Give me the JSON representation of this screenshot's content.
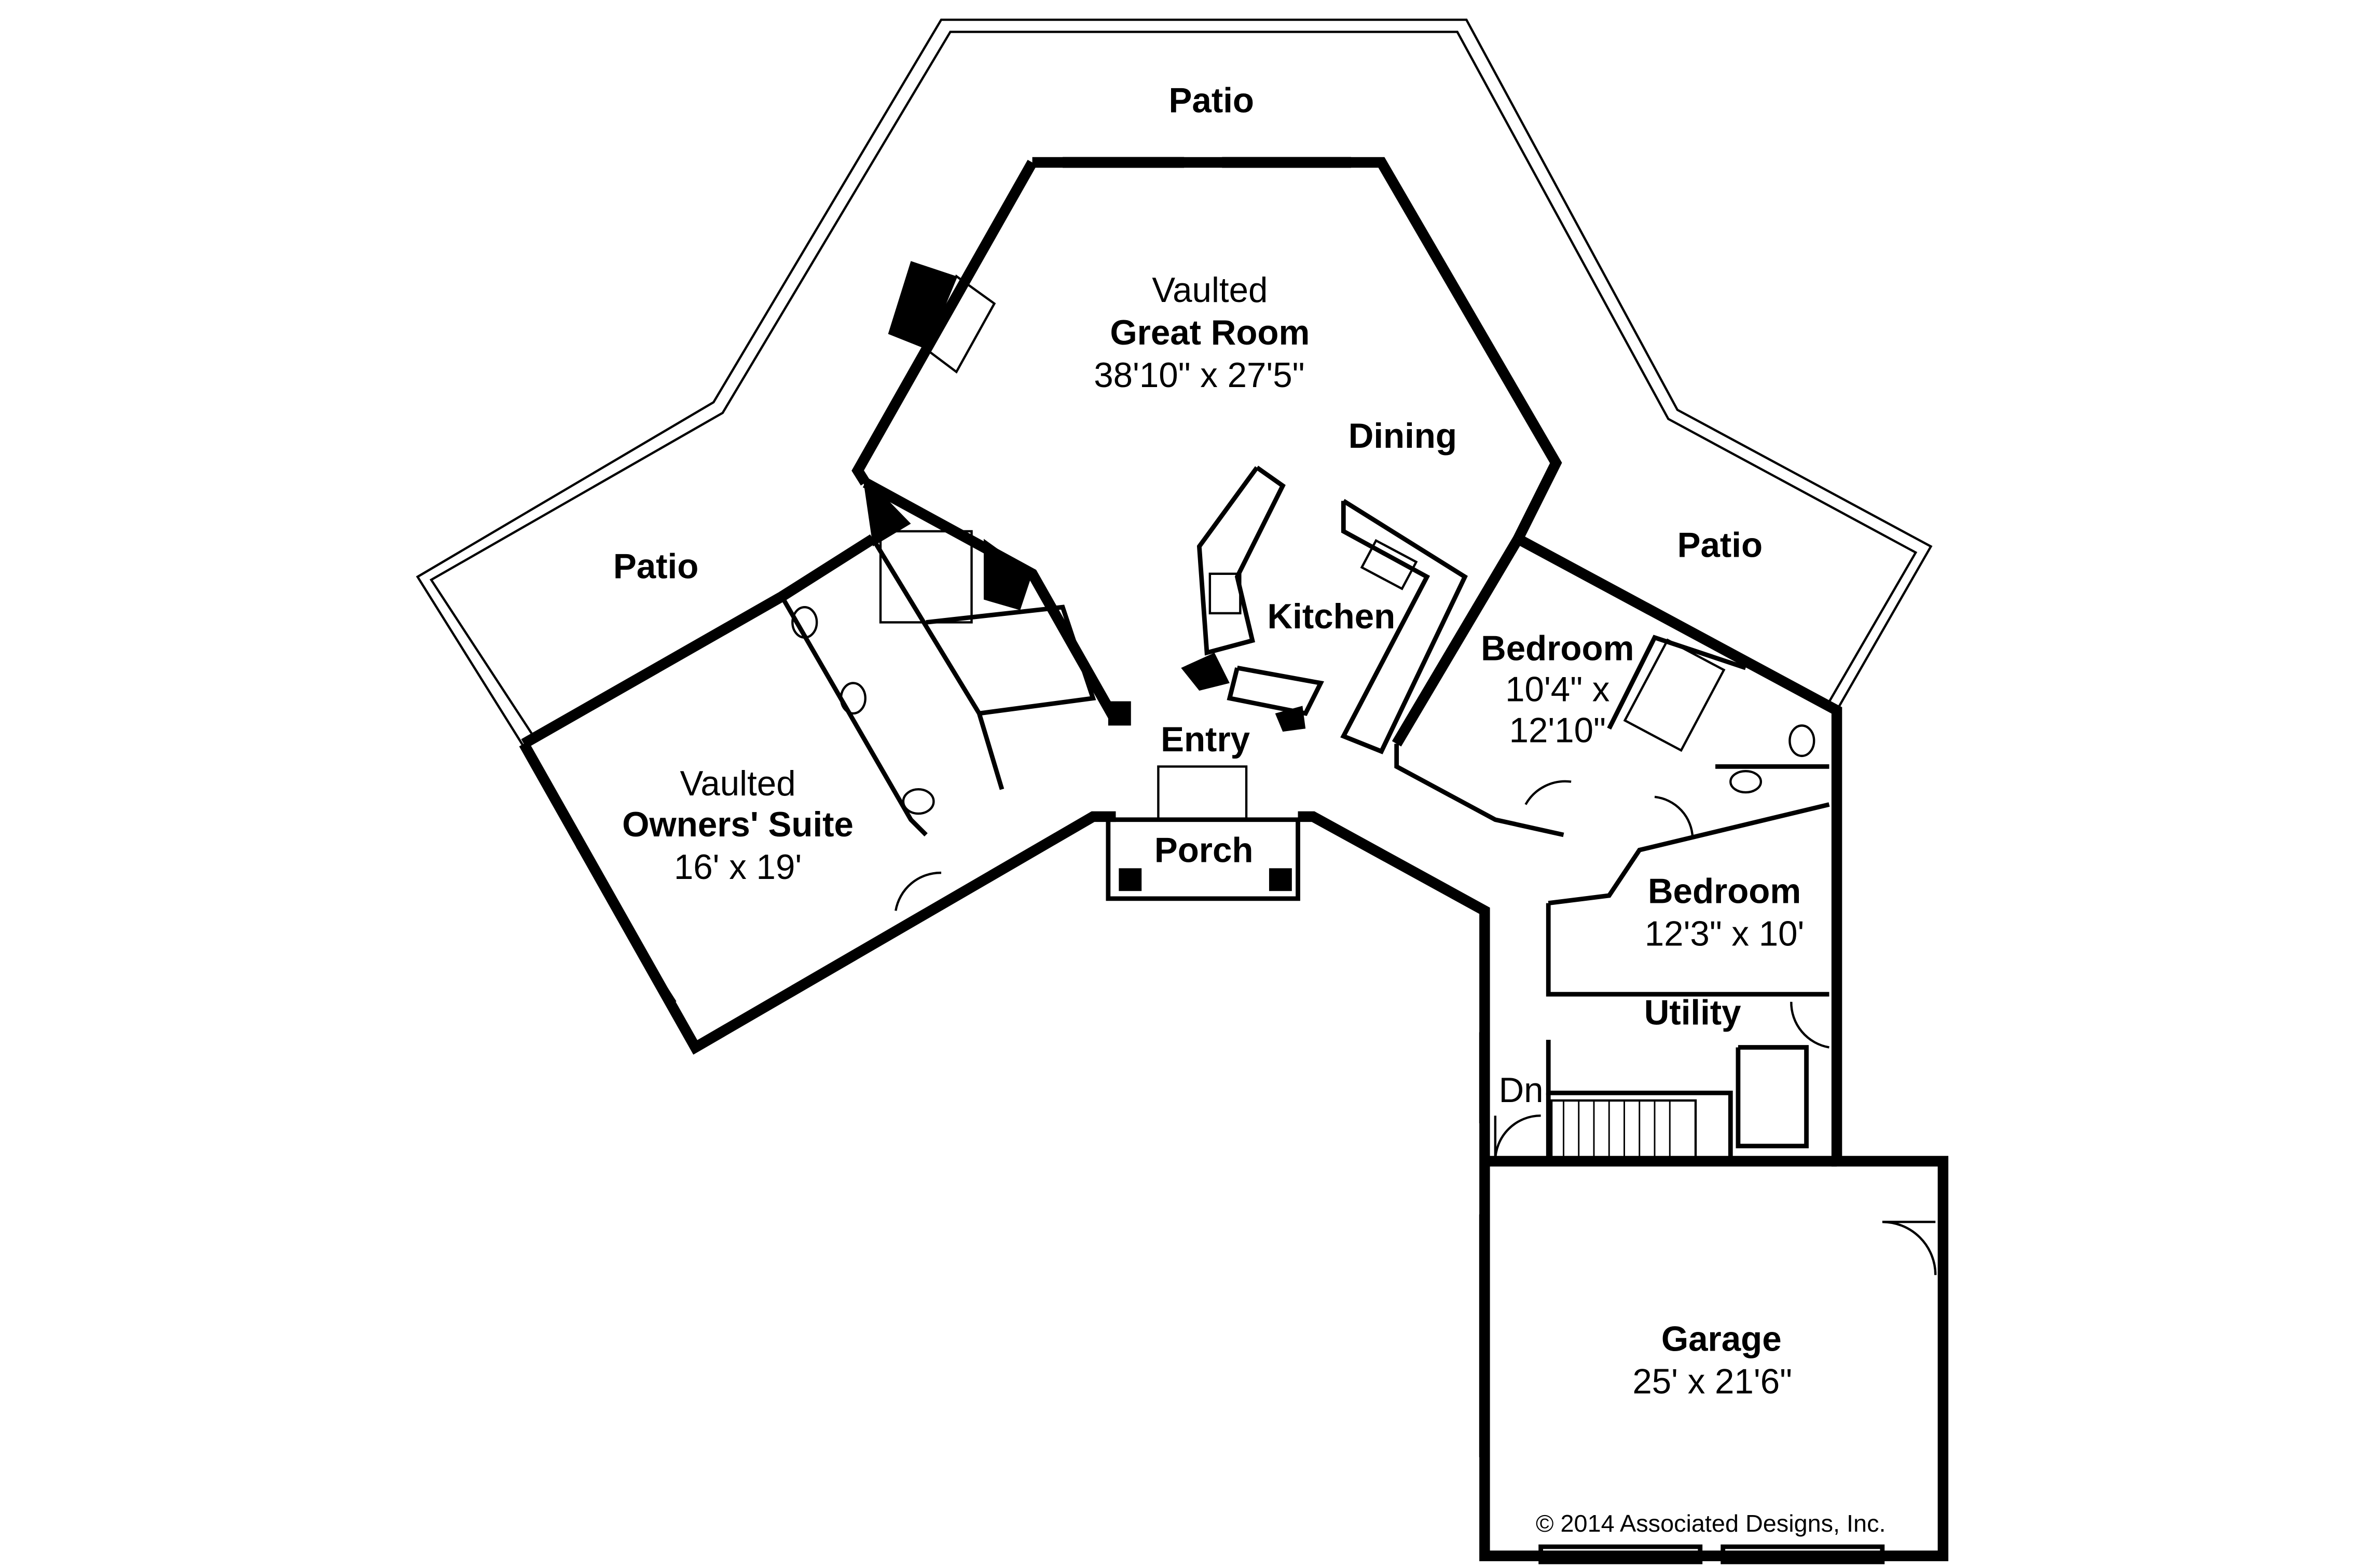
{
  "plan": {
    "rooms": {
      "patio_top": "Patio",
      "patio_left": "Patio",
      "patio_right": "Patio",
      "great_room": {
        "prefix": "Vaulted",
        "name": "Great Room",
        "size": "38'10\" x 27'5\""
      },
      "dining": "Dining",
      "kitchen": "Kitchen",
      "entry": "Entry",
      "porch": "Porch",
      "owners_suite": {
        "prefix": "Vaulted",
        "name": "Owners' Suite",
        "size": "16' x 19'"
      },
      "bedroom1": {
        "name": "Bedroom",
        "size_line1": "10'4\" x",
        "size_line2": "12'10\""
      },
      "bedroom2": {
        "name": "Bedroom",
        "size": "12'3\" x 10'"
      },
      "utility": "Utility",
      "stairs": "Dn",
      "garage": {
        "name": "Garage",
        "size": "25' x 21'6\""
      }
    },
    "copyright": "© 2014 Associated Designs, Inc."
  }
}
